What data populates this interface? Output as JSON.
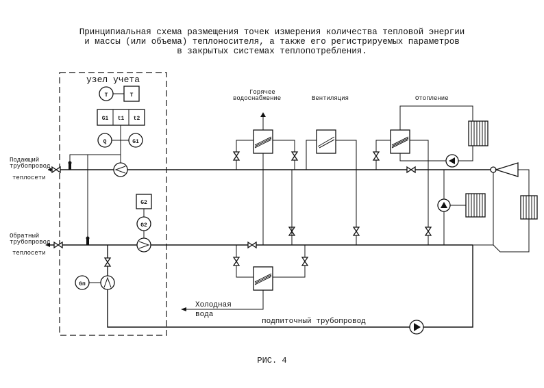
{
  "title": {
    "line1": "Принципиальная схема размещения точек измерения количества тепловой энергии",
    "line2": "и массы (или объема) теплоносителя, а также его регистрируемых параметров",
    "line3": "в закрытых системах теплопотребления."
  },
  "metering_unit": {
    "label": "узел учета",
    "t_circle": "T",
    "t_box": "T",
    "boxes": [
      "G1",
      "t1",
      "t2"
    ],
    "q_circle": "Q",
    "g1_circle": "G1",
    "g2_box": "G2",
    "g2_circle": "G2",
    "gp_circle": "Gп"
  },
  "pipes": {
    "supply": [
      "Подающий",
      "трубопровод",
      "теплосети"
    ],
    "return": [
      "Обратный",
      "трубопровод",
      "теплосети"
    ],
    "cold_water": [
      "Холодная",
      "вода"
    ],
    "makeup": "подпиточный трубопровод"
  },
  "consumers": {
    "hot_water": [
      "Горячее",
      "водоснабжение"
    ],
    "ventilation": "Вентиляция",
    "heating": "Отопление"
  },
  "caption": "РИС. 4"
}
